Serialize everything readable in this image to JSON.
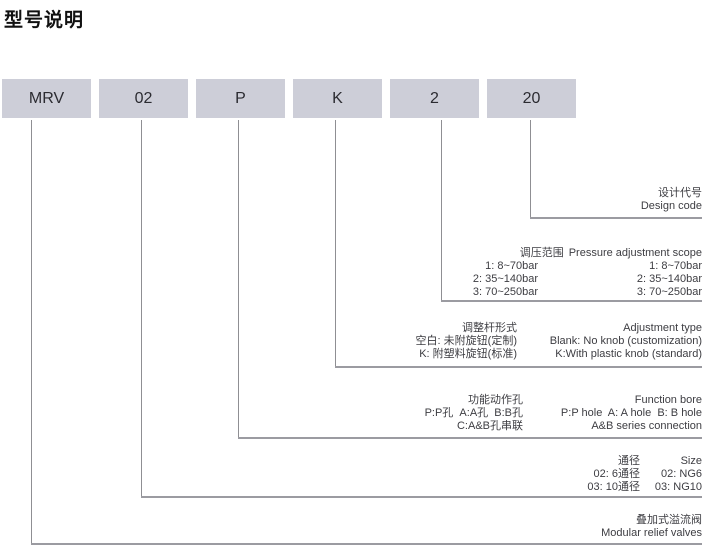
{
  "title": "型号说明",
  "boxes": [
    "MRV",
    "02",
    "P",
    "K",
    "2",
    "20"
  ],
  "design_code": {
    "cn": "设计代号",
    "en": "Design code"
  },
  "pressure": {
    "header_cn": "调压范围",
    "header_en": "Pressure adjustment scope",
    "rows_cn": [
      "1: 8~70bar",
      "2: 35~140bar",
      "3: 70~250bar"
    ],
    "rows_en": [
      "1: 8~70bar",
      "2: 35~140bar",
      "3: 70~250bar"
    ]
  },
  "adjustment": {
    "header_cn": "调整杆形式",
    "header_en": "Adjustment type",
    "rows_cn": [
      "空白: 未附旋钮(定制)",
      "K: 附塑料旋钮(标准)"
    ],
    "rows_en": [
      "Blank: No knob (customization)",
      "K:With plastic knob (standard)"
    ]
  },
  "function_bore": {
    "header_cn": "功能动作孔",
    "header_en": "Function bore",
    "rows_cn": [
      "P:P孔  A:A孔  B:B孔",
      "C:A&B孔串联"
    ],
    "rows_en": [
      "P:P hole  A: A hole  B: B hole",
      "A&B series connection"
    ]
  },
  "size": {
    "header_cn": "通径",
    "header_en": "Size",
    "rows_cn": [
      "02: 6通径",
      "03: 10通径"
    ],
    "rows_en": [
      "02: NG6",
      "03: NG10"
    ]
  },
  "product": {
    "cn": "叠加式溢流阀",
    "en": "Modular relief valves"
  },
  "colors": {
    "box_fill": "#cdced8",
    "leader_line": "#8f8f93",
    "underline": "#9b9ba1",
    "text": "#3d3d42",
    "title": "#111111"
  }
}
